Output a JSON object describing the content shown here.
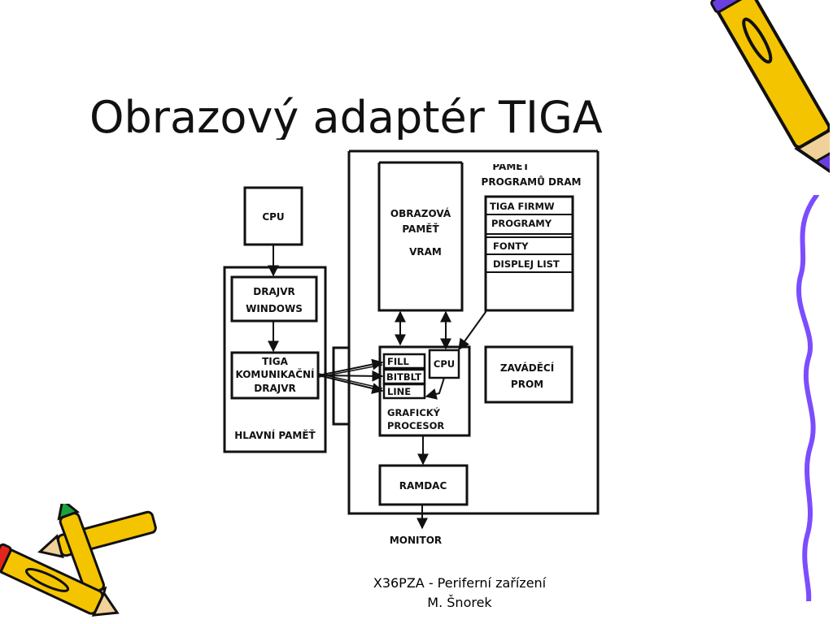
{
  "slide": {
    "title": "Obrazový adaptér TIGA",
    "footer_line1": "X36PZA - Periferní zařízení",
    "footer_line2": "M. Šnorek"
  },
  "diagram": {
    "cpu_host": "CPU",
    "driver_windows_line1": "DRAJVR",
    "driver_windows_line2": "WINDOWS",
    "tiga_comm_line1": "TIGA",
    "tiga_comm_line2": "KOMUNIKAČNÍ",
    "tiga_comm_line3": "DRAJVR",
    "main_memory": "HLAVNÍ PAMĚŤ",
    "vram_line1": "OBRAZOVÁ",
    "vram_line2": "PAMĚŤ",
    "vram_line3": "VRAM",
    "dram_line1": "PAMĚŤ",
    "dram_line2": "PROGRAMŮ DRAM",
    "dram_items": [
      "TIGA FIRMW",
      "PROGRAMY",
      "",
      "FONTY",
      "DISPLEJ LIST"
    ],
    "gp_units": [
      "FILL",
      "BITBLT",
      "LINE"
    ],
    "gp_cpu": "CPU",
    "gp_label_line1": "GRAFICKÝ",
    "gp_label_line2": "PROCESOR",
    "boot_rom_line1": "ZAVÁDĚCÍ",
    "boot_rom_line2": "PROM",
    "ramdac": "RAMDAC",
    "monitor": "MONITOR"
  },
  "decor": {
    "pencil_icon_color": "#f5c400",
    "pencil_tip_purple": "#6a3fe0",
    "pencil_tip_red": "#e3261b",
    "pencil_tip_green": "#1aa33a",
    "wavy_line_color": "#7b4dff"
  }
}
